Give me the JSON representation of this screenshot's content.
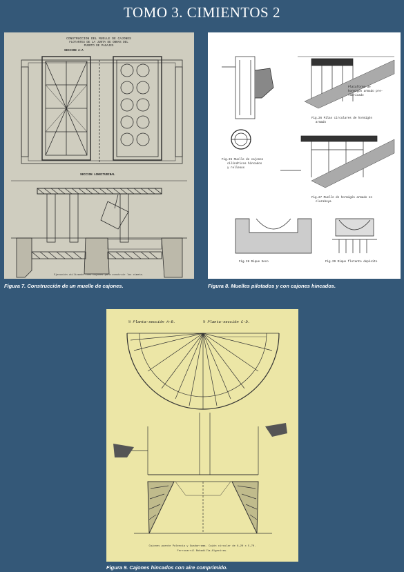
{
  "page": {
    "title": "TOMO 3. CIMIENTOS 2",
    "background": "#345878"
  },
  "figures": [
    {
      "id": "fig7",
      "caption": "Figura 7. Construcción de un muelle de cajones.",
      "paper_color": "#cfcdbf",
      "drawing_texts": {
        "heading_1": "CONSTRUCCION DEL MUELLE DE CAJONES",
        "heading_2": "FLOTANTES DE LA JUNTA DE OBRAS DEL",
        "heading_3": "PUERTO DE PASAJES",
        "section_aa": "SECCION A-A",
        "section_long": "SECCION LONGITUDINAL",
        "footer": "Ejecución utilizando tres cajones para construir los cimeta."
      }
    },
    {
      "id": "fig8",
      "caption": "Figura 8. Muelles pilotados y con cajones hincados.",
      "paper_color": "#ffffff",
      "drawing_texts": {
        "label_a": "Plataforma de",
        "label_b": "hormigón armado pre-",
        "label_c": "fabricado",
        "fig26_a": "Fig.26 Pilas circulares de hormigón",
        "fig26_b": "armado",
        "fig25_a": "Fig.25 Muelle de cajones",
        "fig25_b": "cilíndricos hincados",
        "fig25_c": "y rellenos",
        "fig27_a": "Fig.27  Muelle de hormigón armado en",
        "fig27_b": "claraboya",
        "fig28": "Fig.28  Dique Seco",
        "fig29": "Fig.29 Dique flotante depósito"
      }
    },
    {
      "id": "fig9",
      "caption": "Figura 9. Cajones hincados con aire comprimido.",
      "paper_color": "#ece6a6",
      "drawing_texts": {
        "top_left": "½ Planta-sección A-B.",
        "top_right": "½ Planta-sección C-D.",
        "footer_1": "Cajones puente Palencia y Guadarrama. Cajón circular de 8,20 x 5,70.",
        "footer_2": "Ferrocarril Bobadilla-Algeciras."
      }
    }
  ]
}
